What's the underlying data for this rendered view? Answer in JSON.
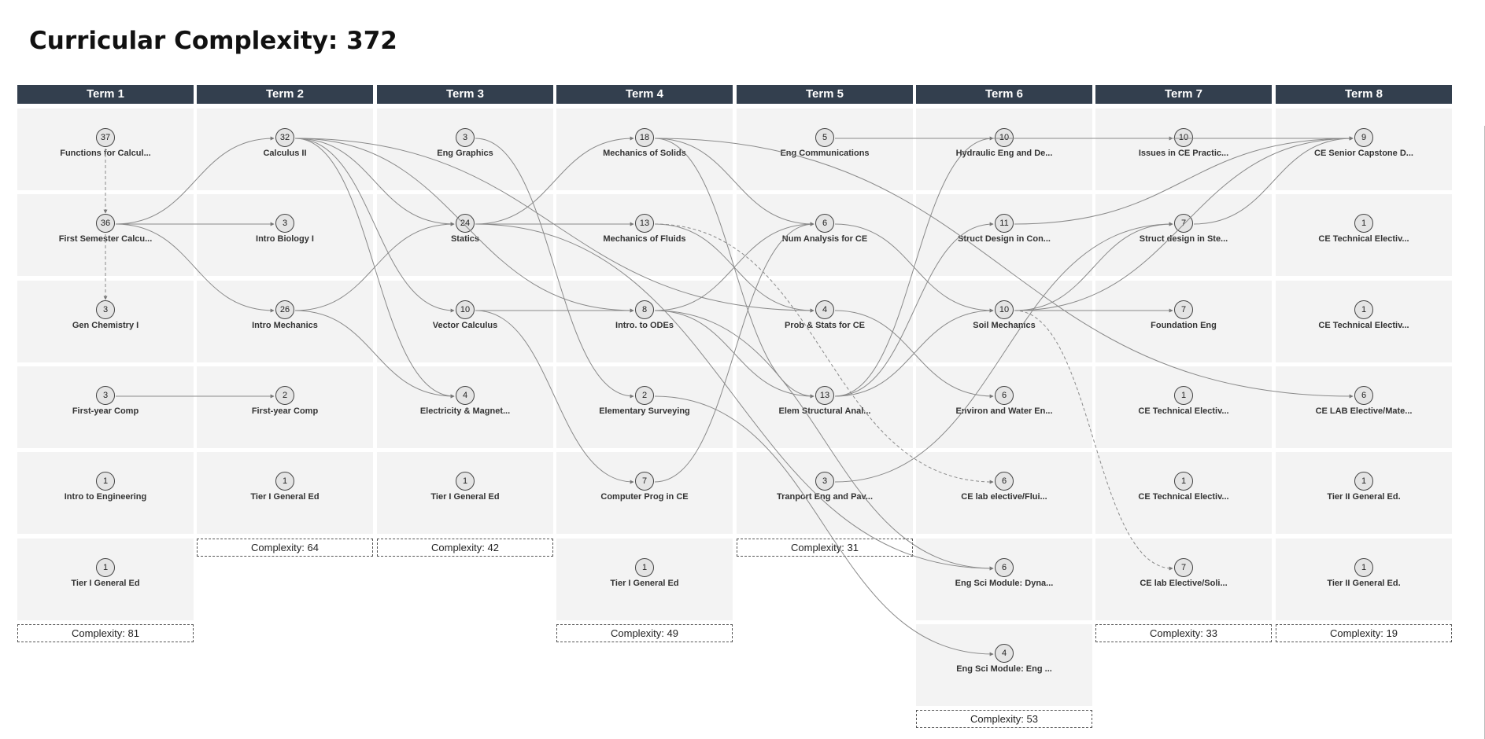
{
  "page": {
    "title": "Curricular Complexity: 372"
  },
  "terms": [
    {
      "name": "Term 1",
      "complexity": "Complexity: 81",
      "courses": [
        {
          "id": "t1c1",
          "value": "37",
          "label": "Functions for Calcul..."
        },
        {
          "id": "t1c2",
          "value": "36",
          "label": "First Semester Calcu..."
        },
        {
          "id": "t1c3",
          "value": "3",
          "label": "Gen Chemistry I"
        },
        {
          "id": "t1c4",
          "value": "3",
          "label": "First-year Comp"
        },
        {
          "id": "t1c5",
          "value": "1",
          "label": "Intro to Engineering"
        },
        {
          "id": "t1c6",
          "value": "1",
          "label": "Tier I General Ed"
        }
      ]
    },
    {
      "name": "Term 2",
      "complexity": "Complexity: 64",
      "courses": [
        {
          "id": "t2c1",
          "value": "32",
          "label": "Calculus II"
        },
        {
          "id": "t2c2",
          "value": "3",
          "label": "Intro Biology I"
        },
        {
          "id": "t2c3",
          "value": "26",
          "label": "Intro Mechanics"
        },
        {
          "id": "t2c4",
          "value": "2",
          "label": "First-year Comp"
        },
        {
          "id": "t2c5",
          "value": "1",
          "label": "Tier I General Ed"
        }
      ]
    },
    {
      "name": "Term 3",
      "complexity": "Complexity: 42",
      "courses": [
        {
          "id": "t3c1",
          "value": "3",
          "label": "Eng Graphics"
        },
        {
          "id": "t3c2",
          "value": "24",
          "label": "Statics"
        },
        {
          "id": "t3c3",
          "value": "10",
          "label": "Vector Calculus"
        },
        {
          "id": "t3c4",
          "value": "4",
          "label": "Electricity & Magnet..."
        },
        {
          "id": "t3c5",
          "value": "1",
          "label": "Tier I General Ed"
        }
      ]
    },
    {
      "name": "Term 4",
      "complexity": "Complexity: 49",
      "courses": [
        {
          "id": "t4c1",
          "value": "18",
          "label": "Mechanics of Solids"
        },
        {
          "id": "t4c2",
          "value": "13",
          "label": "Mechanics of Fluids"
        },
        {
          "id": "t4c3",
          "value": "8",
          "label": "Intro. to ODEs"
        },
        {
          "id": "t4c4",
          "value": "2",
          "label": "Elementary Surveying"
        },
        {
          "id": "t4c5",
          "value": "7",
          "label": "Computer Prog in CE"
        },
        {
          "id": "t4c6",
          "value": "1",
          "label": "Tier I General Ed"
        }
      ]
    },
    {
      "name": "Term 5",
      "complexity": "Complexity: 31",
      "courses": [
        {
          "id": "t5c1",
          "value": "5",
          "label": "Eng Communications"
        },
        {
          "id": "t5c2",
          "value": "6",
          "label": "Num Analysis for CE"
        },
        {
          "id": "t5c3",
          "value": "4",
          "label": "Prob & Stats for CE"
        },
        {
          "id": "t5c4",
          "value": "13",
          "label": "Elem Structural Anal..."
        },
        {
          "id": "t5c5",
          "value": "3",
          "label": "Tranport Eng and Pav..."
        }
      ]
    },
    {
      "name": "Term 6",
      "complexity": "Complexity: 53",
      "courses": [
        {
          "id": "t6c1",
          "value": "10",
          "label": "Hydraulic Eng and De..."
        },
        {
          "id": "t6c2",
          "value": "11",
          "label": "Struct Design in Con..."
        },
        {
          "id": "t6c3",
          "value": "10",
          "label": "Soil Mechanics"
        },
        {
          "id": "t6c4",
          "value": "6",
          "label": "Environ and Water En..."
        },
        {
          "id": "t6c5",
          "value": "6",
          "label": "CE lab elective/Flui..."
        },
        {
          "id": "t6c6",
          "value": "6",
          "label": "Eng Sci Module: Dyna..."
        },
        {
          "id": "t6c7",
          "value": "4",
          "label": "Eng Sci Module: Eng ..."
        }
      ]
    },
    {
      "name": "Term 7",
      "complexity": "Complexity: 33",
      "courses": [
        {
          "id": "t7c1",
          "value": "10",
          "label": "Issues in CE Practic..."
        },
        {
          "id": "t7c2",
          "value": "7",
          "label": "Struct design in Ste..."
        },
        {
          "id": "t7c3",
          "value": "7",
          "label": "Foundation Eng"
        },
        {
          "id": "t7c4",
          "value": "1",
          "label": "CE Technical Electiv..."
        },
        {
          "id": "t7c5",
          "value": "1",
          "label": "CE Technical Electiv..."
        },
        {
          "id": "t7c6",
          "value": "7",
          "label": "CE lab Elective/Soli..."
        }
      ]
    },
    {
      "name": "Term 8",
      "complexity": "Complexity: 19",
      "courses": [
        {
          "id": "t8c1",
          "value": "9",
          "label": "CE Senior Capstone D..."
        },
        {
          "id": "t8c2",
          "value": "1",
          "label": "CE Technical Electiv..."
        },
        {
          "id": "t8c3",
          "value": "1",
          "label": "CE Technical Electiv..."
        },
        {
          "id": "t8c4",
          "value": "6",
          "label": "CE LAB Elective/Mate..."
        },
        {
          "id": "t8c5",
          "value": "1",
          "label": "Tier II General Ed."
        },
        {
          "id": "t8c6",
          "value": "1",
          "label": "Tier II General Ed."
        }
      ]
    }
  ],
  "prerequisites": [
    {
      "from": "t1c2",
      "to": "t2c1",
      "type": "prereq"
    },
    {
      "from": "t1c2",
      "to": "t2c2",
      "type": "prereq"
    },
    {
      "from": "t1c2",
      "to": "t2c3",
      "type": "prereq"
    },
    {
      "from": "t1c1",
      "to": "t1c2",
      "type": "coreq"
    },
    {
      "from": "t1c2",
      "to": "t1c3",
      "type": "coreq"
    },
    {
      "from": "t1c4",
      "to": "t2c4",
      "type": "prereq"
    },
    {
      "from": "t2c1",
      "to": "t3c2",
      "type": "prereq"
    },
    {
      "from": "t2c1",
      "to": "t3c3",
      "type": "prereq"
    },
    {
      "from": "t2c1",
      "to": "t3c4",
      "type": "prereq"
    },
    {
      "from": "t2c1",
      "to": "t4c3",
      "type": "prereq"
    },
    {
      "from": "t2c1",
      "to": "t5c3",
      "type": "prereq"
    },
    {
      "from": "t2c3",
      "to": "t3c2",
      "type": "prereq"
    },
    {
      "from": "t2c3",
      "to": "t3c4",
      "type": "prereq"
    },
    {
      "from": "t3c1",
      "to": "t4c4",
      "type": "prereq"
    },
    {
      "from": "t3c2",
      "to": "t4c1",
      "type": "prereq"
    },
    {
      "from": "t3c2",
      "to": "t4c2",
      "type": "prereq"
    },
    {
      "from": "t3c2",
      "to": "t6c6",
      "type": "prereq"
    },
    {
      "from": "t3c3",
      "to": "t4c3",
      "type": "prereq"
    },
    {
      "from": "t3c3",
      "to": "t4c5",
      "type": "prereq"
    },
    {
      "from": "t4c1",
      "to": "t5c2",
      "type": "prereq"
    },
    {
      "from": "t4c1",
      "to": "t5c4",
      "type": "prereq"
    },
    {
      "from": "t4c1",
      "to": "t8c4",
      "type": "prereq"
    },
    {
      "from": "t4c2",
      "to": "t5c3",
      "type": "prereq"
    },
    {
      "from": "t4c2",
      "to": "t6c5",
      "type": "coreq"
    },
    {
      "from": "t4c3",
      "to": "t5c2",
      "type": "prereq"
    },
    {
      "from": "t4c3",
      "to": "t5c4",
      "type": "prereq"
    },
    {
      "from": "t4c3",
      "to": "t6c6",
      "type": "prereq"
    },
    {
      "from": "t4c4",
      "to": "t6c7",
      "type": "prereq"
    },
    {
      "from": "t4c5",
      "to": "t5c2",
      "type": "prereq"
    },
    {
      "from": "t5c1",
      "to": "t8c1",
      "type": "prereq"
    },
    {
      "from": "t5c1",
      "to": "t7c1",
      "type": "coreq"
    },
    {
      "from": "t5c2",
      "to": "t6c3",
      "type": "prereq"
    },
    {
      "from": "t5c3",
      "to": "t6c4",
      "type": "prereq"
    },
    {
      "from": "t5c4",
      "to": "t6c1",
      "type": "prereq"
    },
    {
      "from": "t5c4",
      "to": "t6c2",
      "type": "prereq"
    },
    {
      "from": "t5c4",
      "to": "t6c3",
      "type": "prereq"
    },
    {
      "from": "t5c5",
      "to": "t7c2",
      "type": "prereq"
    },
    {
      "from": "t6c1",
      "to": "t8c1",
      "type": "prereq"
    },
    {
      "from": "t6c2",
      "to": "t8c1",
      "type": "prereq"
    },
    {
      "from": "t6c3",
      "to": "t7c3",
      "type": "prereq"
    },
    {
      "from": "t6c3",
      "to": "t7c2",
      "type": "prereq"
    },
    {
      "from": "t6c3",
      "to": "t8c1",
      "type": "prereq"
    },
    {
      "from": "t6c3",
      "to": "t7c6",
      "type": "coreq"
    },
    {
      "from": "t7c1",
      "to": "t8c1",
      "type": "prereq"
    },
    {
      "from": "t7c2",
      "to": "t8c1",
      "type": "prereq"
    }
  ]
}
